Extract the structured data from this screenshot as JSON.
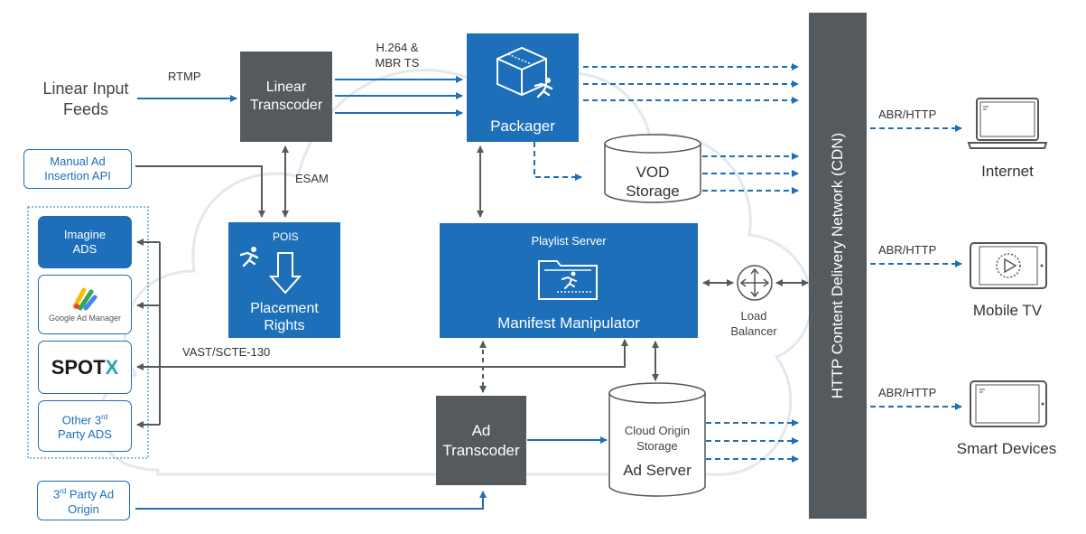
{
  "colors": {
    "accent_blue": "#1d6fba",
    "dark_gray": "#555a5e",
    "text_gray": "#333333",
    "cloud": "#e3e8f0"
  },
  "inputs": {
    "linear_input_feeds": [
      "Linear Input",
      "Feeds"
    ],
    "manual_ad": [
      "Manual Ad",
      "Insertion API"
    ],
    "third_party_origin": [
      "3",
      "rd",
      " Party Ad",
      "Origin"
    ]
  },
  "edge_labels": {
    "rtmp": "RTMP",
    "h264": [
      "H.264 &",
      "MBR TS"
    ],
    "esam": "ESAM",
    "vast": "VAST/SCTE-130",
    "abr_http": "ABR/HTTP"
  },
  "boxes": {
    "linear_transcoder": [
      "Linear",
      "Transcoder"
    ],
    "packager": "Packager",
    "pois_title": "POIS",
    "placement_rights": [
      "Placement",
      "Rights"
    ],
    "playlist_server": "Playlist Server",
    "manifest_manipulator": "Manifest Manipulator",
    "ad_transcoder": [
      "Ad",
      "Transcoder"
    ],
    "load_balancer": [
      "Load",
      "Balancer"
    ],
    "cdn": "HTTP Content Delivery Network (CDN)"
  },
  "storage": {
    "vod": [
      "VOD",
      "Storage"
    ],
    "cloud_origin": [
      "Cloud Origin",
      "Storage"
    ],
    "ad_server": "Ad Server"
  },
  "ad_decision": {
    "imagine": [
      "Imagine",
      "ADS"
    ],
    "google": "Google Ad Manager",
    "spotx_main": "SPOT",
    "spotx_x": "X",
    "other": [
      "Other 3",
      "rd",
      "Party ADS"
    ]
  },
  "devices": {
    "internet": "Internet",
    "mobile_tv": "Mobile TV",
    "smart_devices": "Smart Devices"
  },
  "icons": [
    "runner-icon",
    "box-icon",
    "folder-icon",
    "down-arrow-icon",
    "crosshair-arrows-icon",
    "laptop-icon",
    "tablet-play-icon",
    "tablet-icon",
    "google-ad-manager-logo"
  ]
}
